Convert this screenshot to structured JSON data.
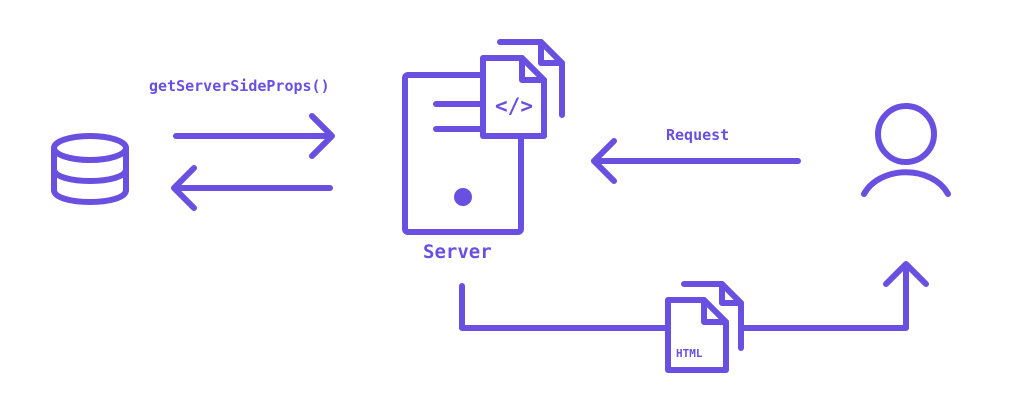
{
  "labels": {
    "fn_call": "getServerSideProps()",
    "request": "Request",
    "server": "Server",
    "html": "HTML",
    "code_glyph": "</>"
  },
  "colors": {
    "accent": "#6a50e0"
  },
  "icons": {
    "database": "database-icon",
    "server": "server-icon",
    "code_file": "code-file-icon",
    "user": "user-icon",
    "html_file": "html-file-icon"
  }
}
